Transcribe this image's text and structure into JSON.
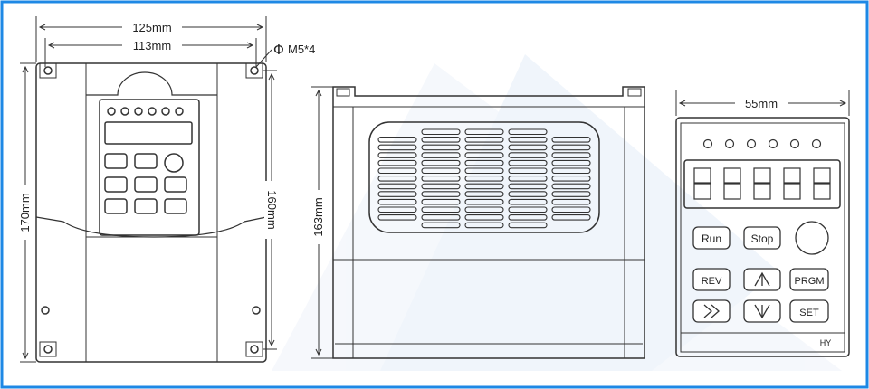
{
  "colors": {
    "frame": "#1e88e5",
    "line": "#333333",
    "watermark": "#e6eef7",
    "background": "#ffffff"
  },
  "front_view": {
    "width_outer": "125mm",
    "width_holes": "113mm",
    "height_outer": "170mm",
    "height_holes": "160mm",
    "mount_note": "M5*4",
    "mount_symbol": "Φ"
  },
  "side_view": {
    "height": "163mm"
  },
  "keypad_view": {
    "width": "55mm",
    "buttons": {
      "run": "Run",
      "stop": "Stop",
      "rev": "REV",
      "prgm": "PRGM",
      "set": "SET",
      "shift": ">>",
      "up": "up-arrow-icon",
      "down": "down-arrow-icon"
    },
    "brand": "HY"
  }
}
